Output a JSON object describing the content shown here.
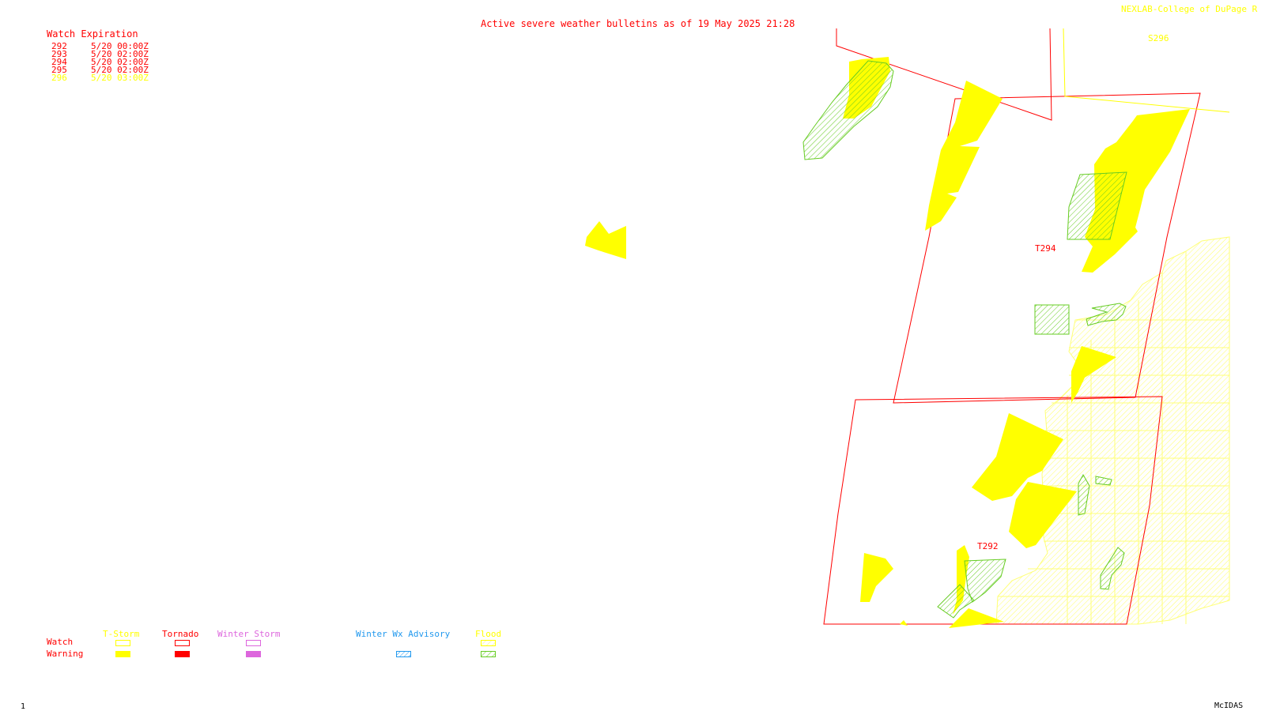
{
  "header": {
    "bulletin_title": "Active severe weather bulletins as of 19 May 2025 21:28",
    "source_credit": "NEXLAB-College of DuPage R"
  },
  "watch_table": {
    "title": "Watch Expiration",
    "rows": [
      {
        "id": "292",
        "expires": "5/20 00:00Z",
        "color": "#ff0000"
      },
      {
        "id": "293",
        "expires": "5/20 02:00Z",
        "color": "#ff0000"
      },
      {
        "id": "294",
        "expires": "5/20 02:00Z",
        "color": "#ff0000"
      },
      {
        "id": "295",
        "expires": "5/20 02:00Z",
        "color": "#ff0000"
      },
      {
        "id": "296",
        "expires": "5/20 03:00Z",
        "color": "#ffff00"
      }
    ]
  },
  "map_labels": {
    "watch_t294": "T294",
    "watch_t292": "T292",
    "watch_s296": "S296"
  },
  "legend": {
    "row_watch": "Watch",
    "row_warning": "Warning",
    "categories": [
      {
        "key": "tstorm",
        "label": "T-Storm",
        "color": "#ffff00",
        "warning_style": "solid"
      },
      {
        "key": "tornado",
        "label": "Tornado",
        "color": "#ff0000",
        "warning_style": "solid"
      },
      {
        "key": "winter_storm",
        "label": "Winter Storm",
        "color": "#dd66dd",
        "warning_style": "solid"
      },
      {
        "key": "winter_wx_advisory",
        "label": "Winter Wx Advisory",
        "color": "#2299ee",
        "warning_style": "hatched"
      },
      {
        "key": "flood",
        "label": "Flood",
        "color": "#ffff00",
        "warning_style": "hatched"
      }
    ]
  },
  "footer": {
    "frame_number": "1",
    "software": "McIDAS"
  },
  "colors": {
    "tornado": "#ff0000",
    "tstorm": "#ffff00",
    "flood_warning": "#66cc22",
    "flood_area": "#ffff44"
  }
}
